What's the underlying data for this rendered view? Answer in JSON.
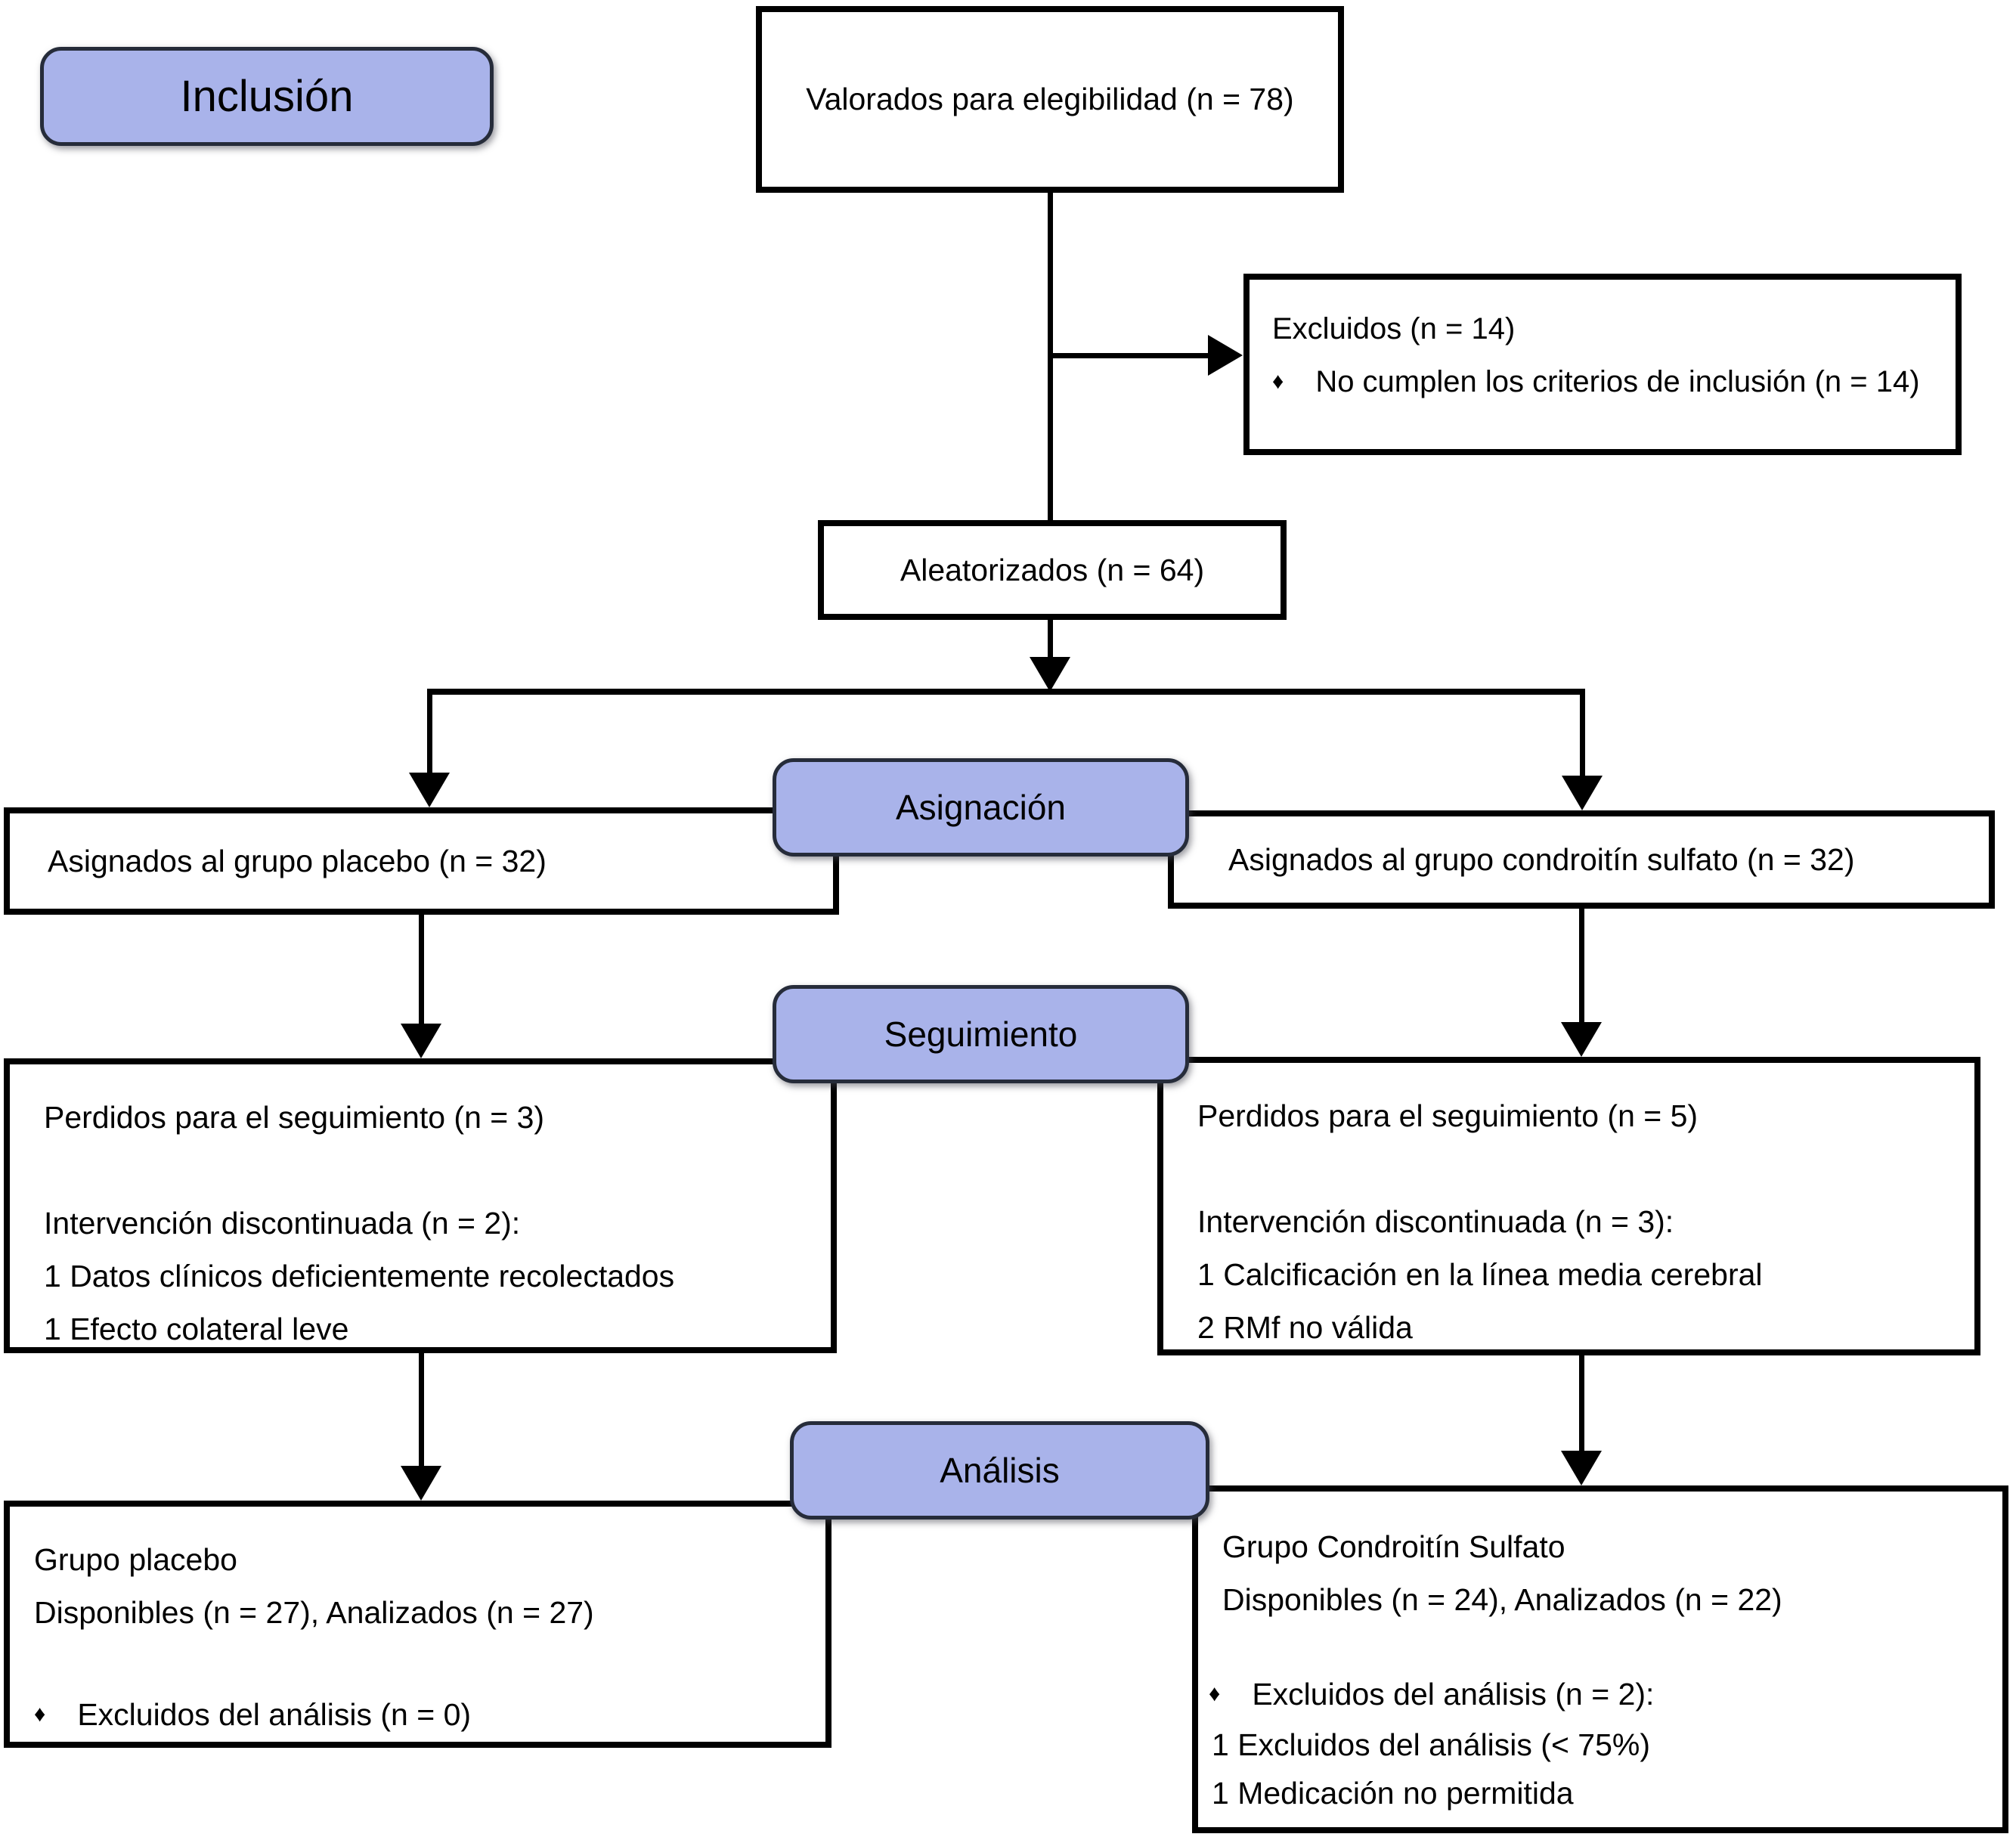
{
  "colors": {
    "stage_fill": "#a9b3ea",
    "stage_border": "#262c3a",
    "box_border": "#000000",
    "line": "#000000",
    "background": "#ffffff",
    "text": "#000000"
  },
  "glyphs": {
    "diamond_bullet": "♦"
  },
  "stages": {
    "inclusion": "Inclusión",
    "allocation": "Asignación",
    "followup": "Seguimiento",
    "analysis": "Análisis"
  },
  "boxes": {
    "eligibility": {
      "text": "Valorados para elegibilidad (n = 78)"
    },
    "excluded": {
      "title": "Excluidos (n = 14)",
      "bullet": "No cumplen los criterios de inclusión (n = 14)"
    },
    "randomized": {
      "text": "Aleatorizados (n = 64)"
    },
    "allocated_placebo": {
      "text": "Asignados al grupo placebo (n = 32)"
    },
    "allocated_chondroitin": {
      "text": "Asignados al grupo condroitín sulfato (n = 32)"
    },
    "followup_placebo": {
      "line1": "Perdidos para el seguimiento (n = 3)",
      "line2": "Intervención discontinuada (n = 2):",
      "sub1": "1 Datos clínicos deficientemente recolectados",
      "sub2": "1 Efecto colateral leve"
    },
    "followup_chondroitin": {
      "line1": "Perdidos para el seguimiento (n = 5)",
      "line2": "Intervención discontinuada (n = 3):",
      "sub1": "1 Calcificación en la línea media cerebral",
      "sub2": "2 RMf no válida"
    },
    "analysis_placebo": {
      "line1": "Grupo placebo",
      "line2": "Disponibles (n = 27), Analizados (n = 27)",
      "bullet": "Excluidos del análisis (n = 0)"
    },
    "analysis_chondroitin": {
      "line1": "Grupo Condroitín Sulfato",
      "line2": "Disponibles (n = 24), Analizados (n = 22)",
      "bullet": "Excluidos del análisis (n = 2):",
      "sub1": "1 Excluidos del análisis (< 75%)",
      "sub2": "1 Medicación no permitida"
    }
  }
}
